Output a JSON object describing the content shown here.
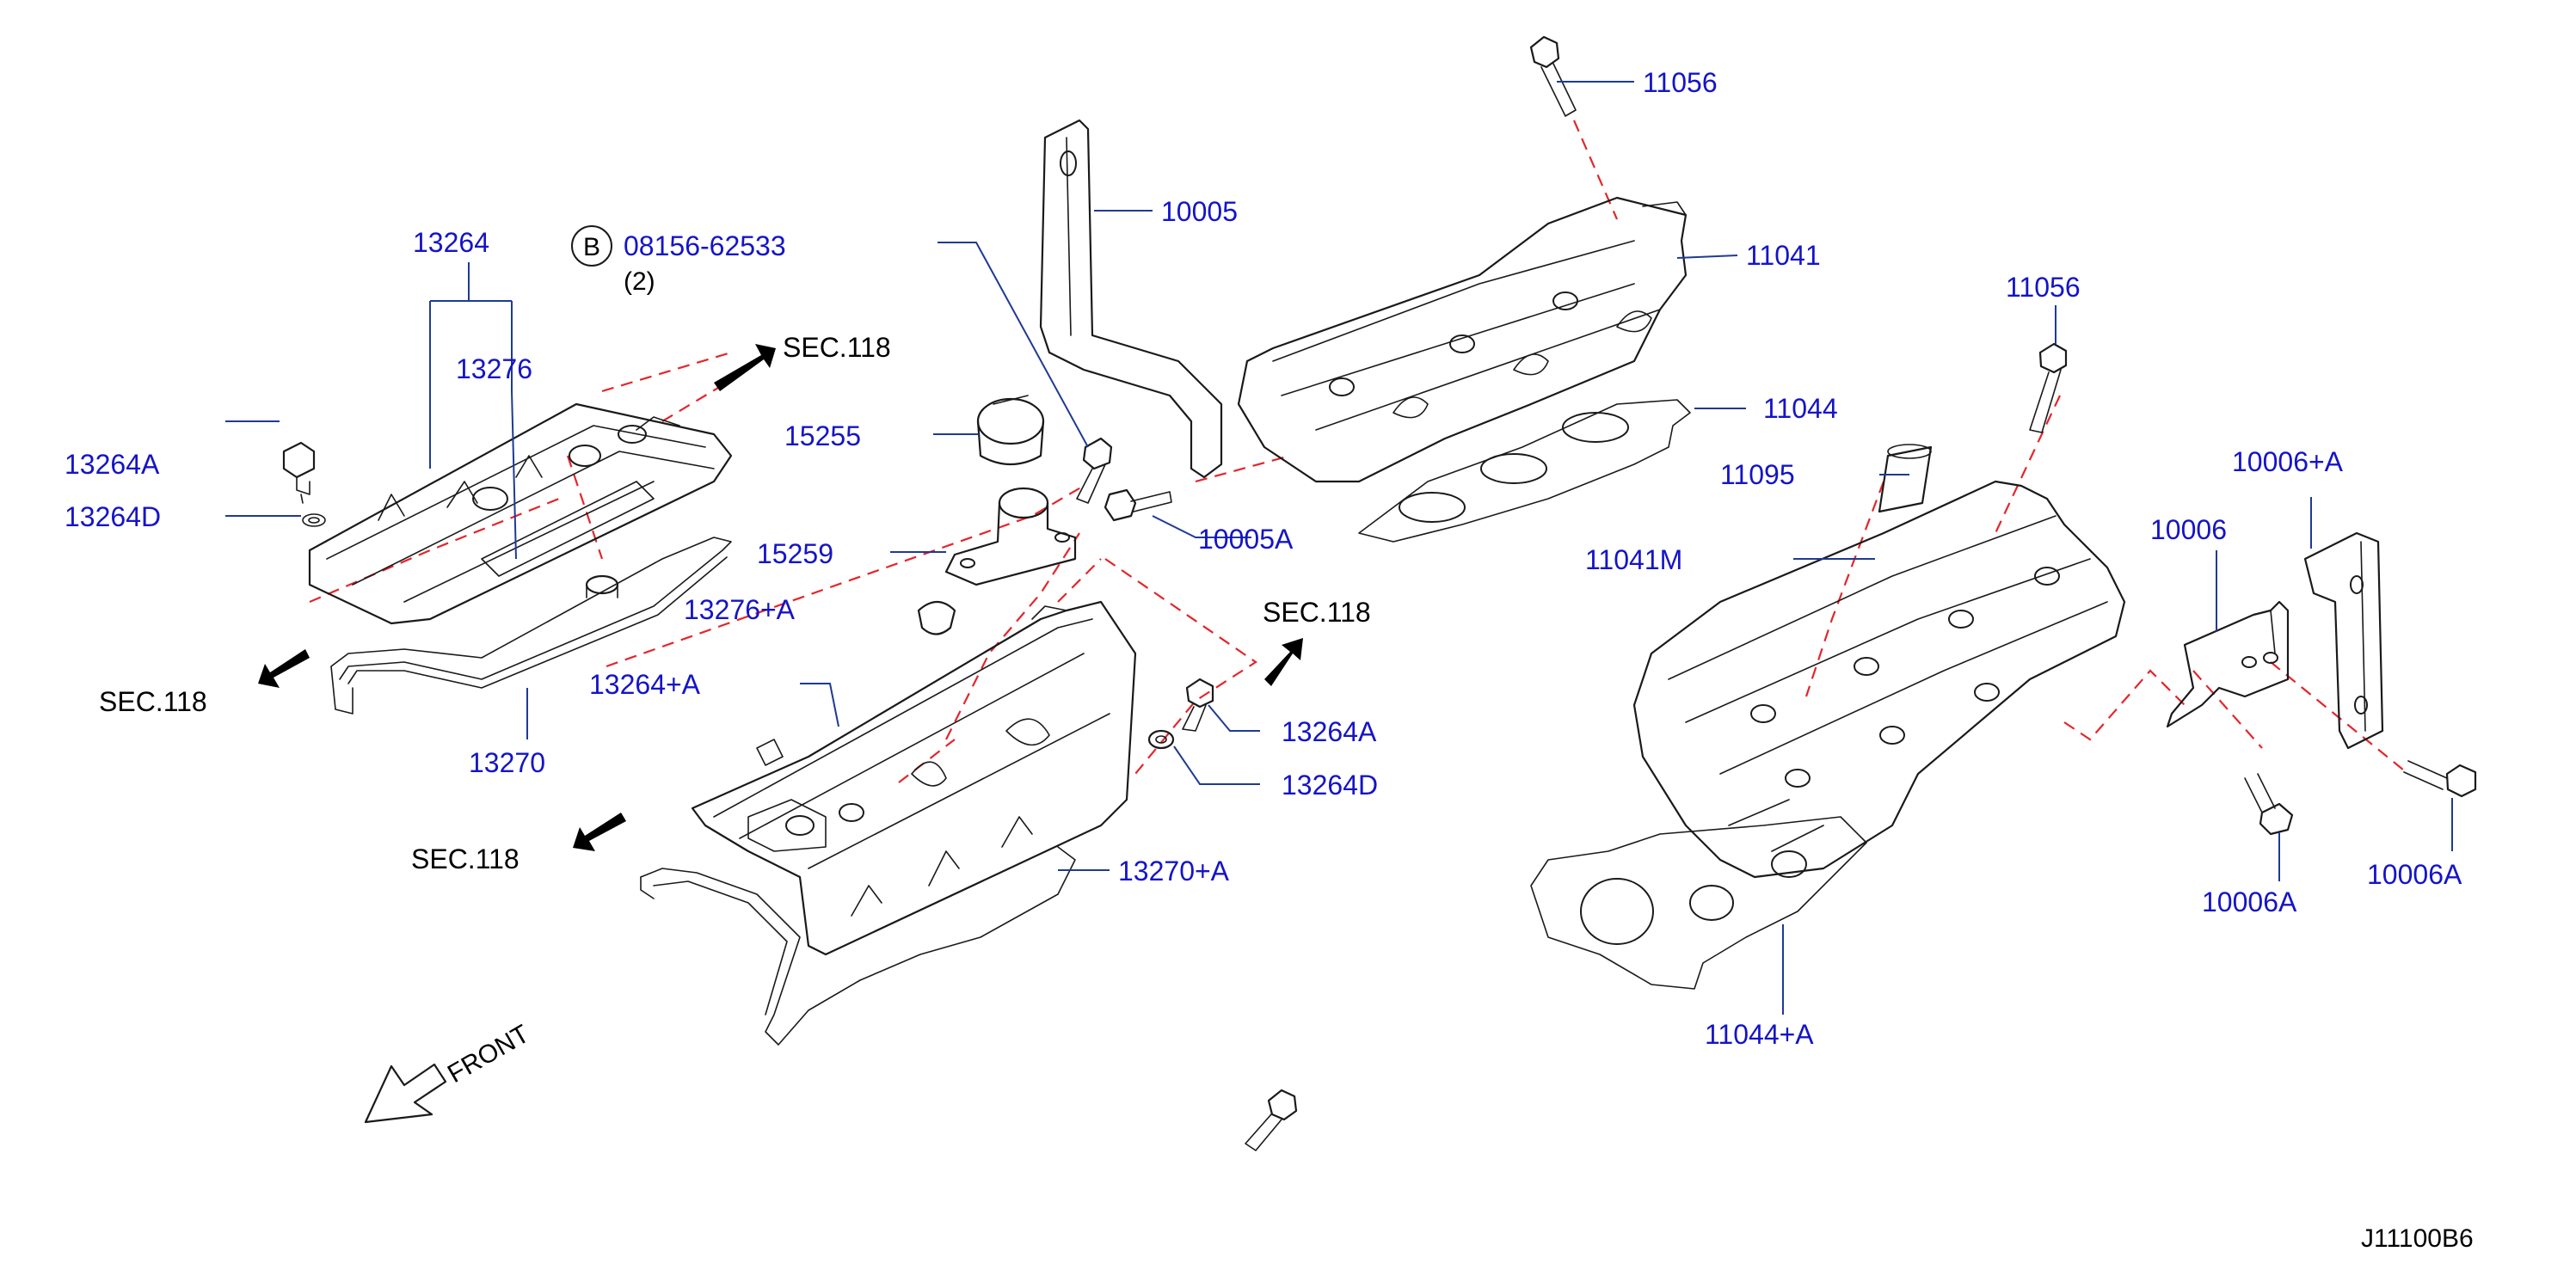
{
  "labels": {
    "l_13264": "13264",
    "l_08156": "08156-62533",
    "l_qty2": "(2)",
    "l_b": "B",
    "l_13276": "13276",
    "l_13264A_left": "13264A",
    "l_13264D_left": "13264D",
    "l_10005": "10005",
    "l_15255": "15255",
    "l_15259": "15259",
    "l_13276A": "13276+A",
    "l_13264pA": "13264+A",
    "l_13270": "13270",
    "l_10005A": "10005A",
    "l_13264A_mid": "13264A",
    "l_13264D_mid": "13264D",
    "l_13270A": "13270+A",
    "l_11056_top": "11056",
    "l_11041": "11041",
    "l_11044": "11044",
    "l_11056_right": "11056",
    "l_11095": "11095",
    "l_11041M": "11041M",
    "l_10006A_plus": "10006+A",
    "l_10006": "10006",
    "l_10006A_left": "10006A",
    "l_10006A_right": "10006A",
    "l_11044A": "11044+A"
  },
  "sections": {
    "sec_top": "SEC.118",
    "sec_left": "SEC.118",
    "sec_mid": "SEC.118",
    "sec_bottom": "SEC.118"
  },
  "front_label": "FRONT",
  "diagram_code": "J11100B6",
  "colors": {
    "label_blue": "#1414c8",
    "leader_blue": "#1f3a93",
    "dash_red": "#e3262b",
    "line_black": "#1a1a1a"
  }
}
